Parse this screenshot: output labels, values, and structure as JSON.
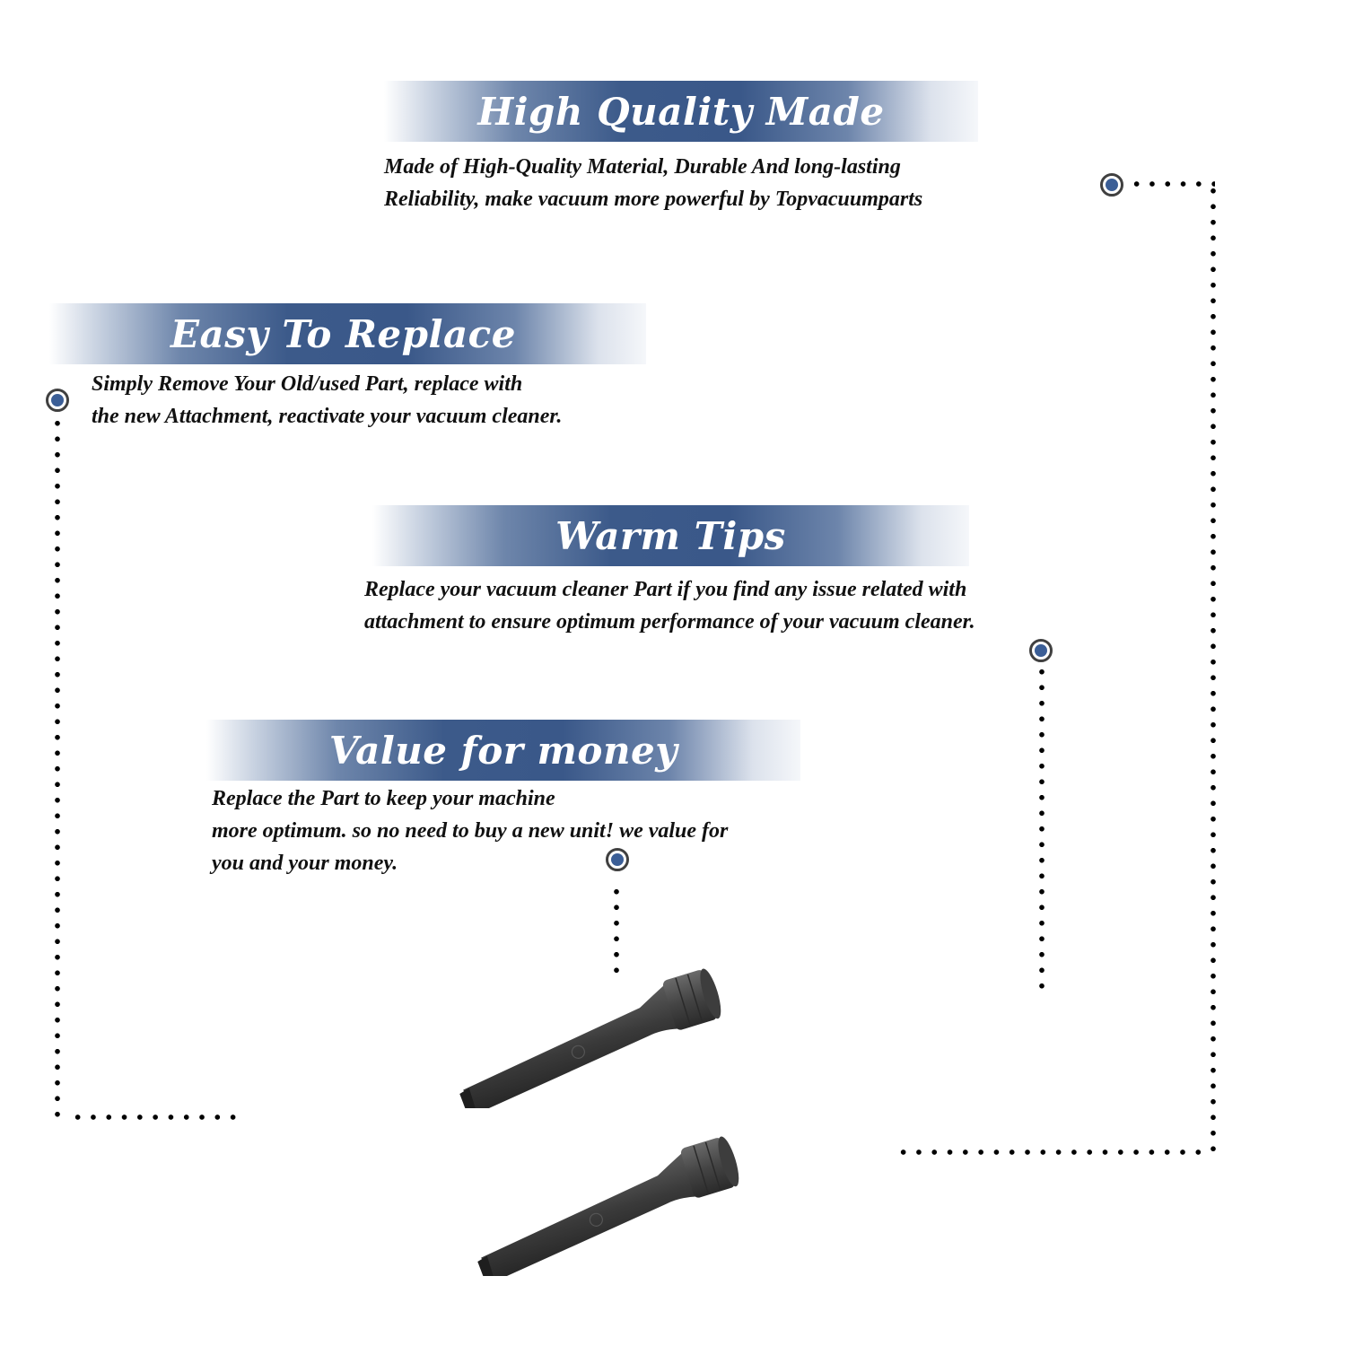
{
  "sections": [
    {
      "title": "High Quality Made",
      "lines": [
        "Made of  High-Quality Material, Durable And long-lasting",
        "Reliability, make vacuum more powerful by Topvacuumparts"
      ]
    },
    {
      "title": "Easy To Replace",
      "lines": [
        "Simply Remove Your Old/used Part, replace with",
        "the new Attachment, reactivate your vacuum cleaner."
      ]
    },
    {
      "title": "Warm Tips",
      "lines": [
        "Replace your vacuum cleaner Part if you find any issue related with",
        " attachment to ensure optimum performance of your vacuum cleaner."
      ]
    },
    {
      "title": "Value for money",
      "lines": [
        "Replace the Part to keep your machine",
        "more optimum. so no need to buy a new unit! we value for",
        "you and your money."
      ]
    }
  ],
  "product": {
    "name": "crevice-tool",
    "count": 2,
    "color": "#3a3a3a"
  },
  "colors": {
    "banner_dark": "#3c5a8a",
    "marker_fill": "#3b5e96",
    "marker_ring": "#404040",
    "text": "#111111"
  },
  "icons": {
    "marker": "target-dot-icon"
  }
}
